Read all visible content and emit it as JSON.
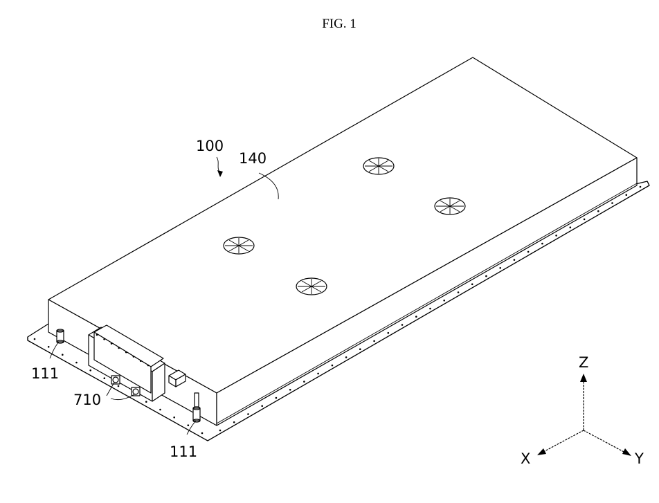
{
  "figure": {
    "title": "FIG. 1"
  },
  "labels": {
    "pack": "100",
    "cover": "140",
    "port_left": "111",
    "port_right": "111",
    "connectors": "710"
  },
  "axes": {
    "z": "Z",
    "x": "X",
    "y": "Y"
  }
}
